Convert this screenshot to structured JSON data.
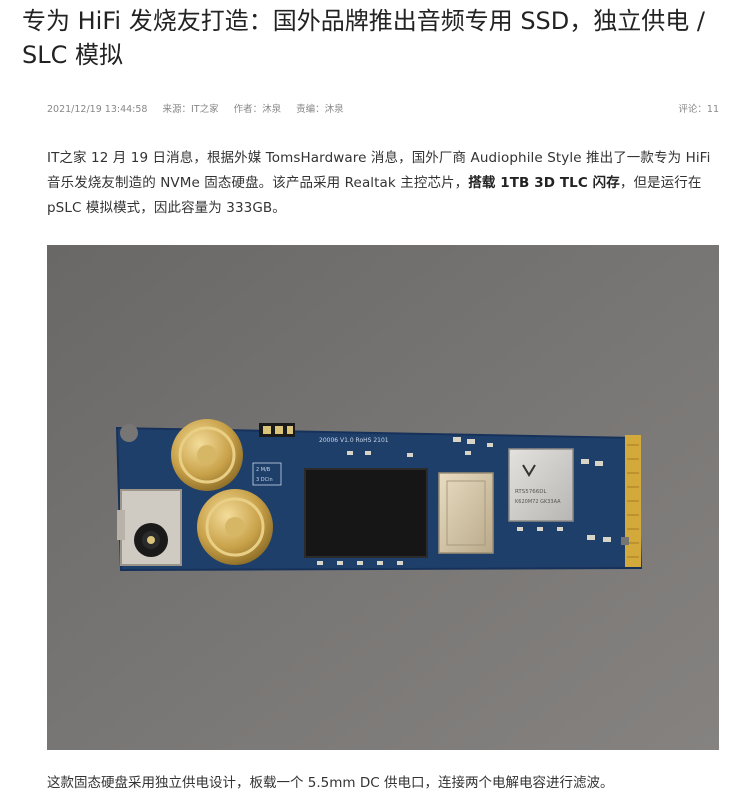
{
  "article": {
    "title": "专为 HiFi 发烧友打造：国外品牌推出音频专用 SSD，独立供电 / SLC 模拟",
    "meta": {
      "datetime": "2021/12/19 13:44:58",
      "source": "来源：IT之家",
      "author": "作者：沐泉",
      "editor": "责编：沐泉",
      "comments": "评论：11"
    },
    "para1_pre": "IT之家 12 月 19 日消息，根据外媒 TomsHardware 消息，国外厂商 Audiophile Style 推出了一款专为 HiFi 音乐发烧友制造的 NVMe 固态硬盘。该产品采用 Realtak 主控芯片，",
    "para1_bold": "搭载 1TB 3D TLC 闪存",
    "para1_post": "，但是运行在 pSLC 模拟模式，因此容量为 333GB。",
    "caption": "这款固态硬盘采用独立供电设计，板载一个 5.5mm DC 供电口，连接两个电解电容进行滤波。"
  },
  "photo": {
    "pcb_label": "20006 V1.0 RoHS 2101",
    "chip_line1": "RTS5766DL",
    "chip_line2": "K620M72 GK33AA",
    "silk_jp": "2 M/B 3 DCin",
    "colors": {
      "background": "#777573",
      "pcb": "#1f3f6b",
      "gold": "#d4a93c",
      "capacitor": "#c9a24a",
      "flash": "#161616"
    }
  }
}
